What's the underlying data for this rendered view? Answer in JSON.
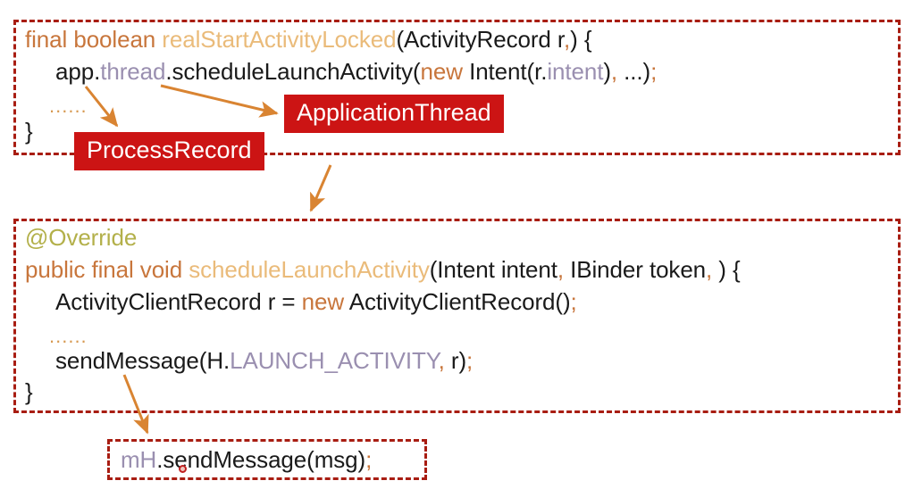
{
  "theme": {
    "page_background": "#ffffff",
    "dashed_border_color": "#a81d12",
    "badge_background": "#cc1414",
    "badge_text_color": "#ffffff",
    "arrow_color": "#d98432",
    "keyword_color": "#c8763c",
    "method_name_color": "#eabb7a",
    "field_color": "#9a8fb0",
    "annotation_color": "#b3b04a",
    "plain_text_color": "#1a1a1a",
    "ellipsis_color": "#d79a52",
    "annot_dot_color": "#c02020"
  },
  "upper_block": {
    "name": "realStartActivityLocked source snippet",
    "line1": {
      "kw_final": "final",
      "space1": " ",
      "kw_boolean": "boolean",
      "space2": " ",
      "method": "realStartActivityLocked",
      "params_open": "(ActivityRecord r",
      "comma": ",",
      "params_close": ") {"
    },
    "line2": {
      "app": "app.",
      "thread": "thread",
      "call": ".scheduleLaunchActivity(",
      "kw_new": "new",
      "intent_open": " Intent(r.",
      "intent_field": "intent",
      "intent_close": ")",
      "comma": ",",
      "rest": " ...)",
      "semicolon": ";"
    },
    "ellipsis": "......",
    "closing_brace": "}"
  },
  "lower_block": {
    "name": "ApplicationThread.scheduleLaunchActivity source snippet",
    "annotation": "@Override",
    "line1": {
      "kw_public": "public",
      "space1": " ",
      "kw_final": "final",
      "space2": " ",
      "kw_void": "void",
      "space3": " ",
      "method": "scheduleLaunchActivity",
      "params": "(Intent intent",
      "comma1": ",",
      "params2": " IBinder token",
      "comma2": ",",
      "params_close": " ) {"
    },
    "line2": {
      "decl": "ActivityClientRecord r = ",
      "kw_new": "new",
      "ctor": " ActivityClientRecord()",
      "semicolon": ";"
    },
    "ellipsis": "......",
    "line3": {
      "call": "sendMessage(H.",
      "constant": "LAUNCH_ACTIVITY",
      "comma": ",",
      "args": " r)",
      "semicolon": ";"
    },
    "closing_brace": "}"
  },
  "bottom_block": {
    "name": "mH.sendMessage call",
    "receiver": "mH",
    "call": ".sendMessage(msg)",
    "semicolon": ";"
  },
  "badges": [
    {
      "id": "application-thread",
      "label": "ApplicationThread"
    },
    {
      "id": "process-record",
      "label": "ProcessRecord"
    }
  ],
  "arrows": [
    {
      "id": "arrow-to-process-record",
      "from": "app",
      "to": "ProcessRecord badge"
    },
    {
      "id": "arrow-to-application-thread",
      "from": "thread",
      "to": "ApplicationThread badge"
    },
    {
      "id": "arrow-upper-to-lower",
      "from": "upper block",
      "to": "lower block"
    },
    {
      "id": "arrow-sendmessage-to-mh",
      "from": "sendMessage",
      "to": "mH.sendMessage box"
    }
  ]
}
